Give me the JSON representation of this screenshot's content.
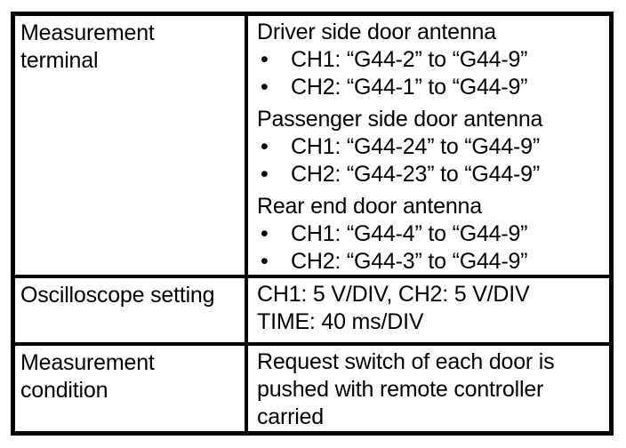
{
  "page": {
    "background_color": "#ffffff",
    "border_color": "#000000",
    "text_color": "#000000",
    "bullet_glyph": "•"
  },
  "table": {
    "rows": [
      {
        "label_lines": [
          "Measurement",
          "terminal"
        ],
        "blocks": [
          {
            "heading": "Driver side door antenna",
            "bullets": [
              "CH1: “G44-2” to “G44-9”",
              "CH2: “G44-1” to “G44-9”"
            ]
          },
          {
            "heading": "Passenger side door antenna",
            "bullets": [
              "CH1: “G44-24” to “G44-9”",
              "CH2: “G44-23” to “G44-9”"
            ]
          },
          {
            "heading": "Rear end door antenna",
            "bullets": [
              "CH1: “G44-4” to “G44-9”",
              "CH2: “G44-3” to “G44-9”"
            ]
          }
        ]
      },
      {
        "label_lines": [
          "Oscilloscope setting"
        ],
        "lines": [
          "CH1: 5 V/DIV, CH2: 5 V/DIV",
          "TIME: 40 ms/DIV"
        ]
      },
      {
        "label_lines": [
          "Measurement",
          "condition"
        ],
        "text": "Request switch of each door is pushed with remote controller carried"
      }
    ]
  }
}
